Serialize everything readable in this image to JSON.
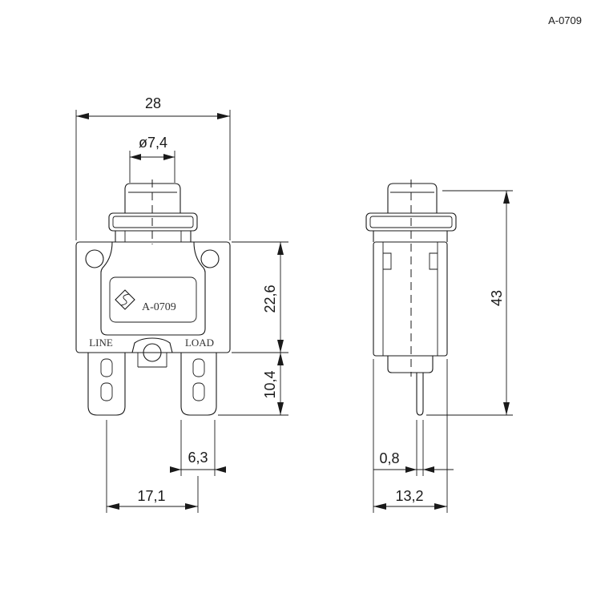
{
  "code": "A-0709",
  "front": {
    "label_text": "A-0709",
    "terminal_left": "LINE",
    "terminal_right": "LOAD"
  },
  "dimensions": {
    "width": "28",
    "button_dia": "ø7,4",
    "body_height": "22,6",
    "terminal_height": "10,4",
    "terminal_width": "6,3",
    "terminal_spacing": "17,1",
    "total_height": "43",
    "pin_thickness": "0,8",
    "depth": "13,2"
  }
}
